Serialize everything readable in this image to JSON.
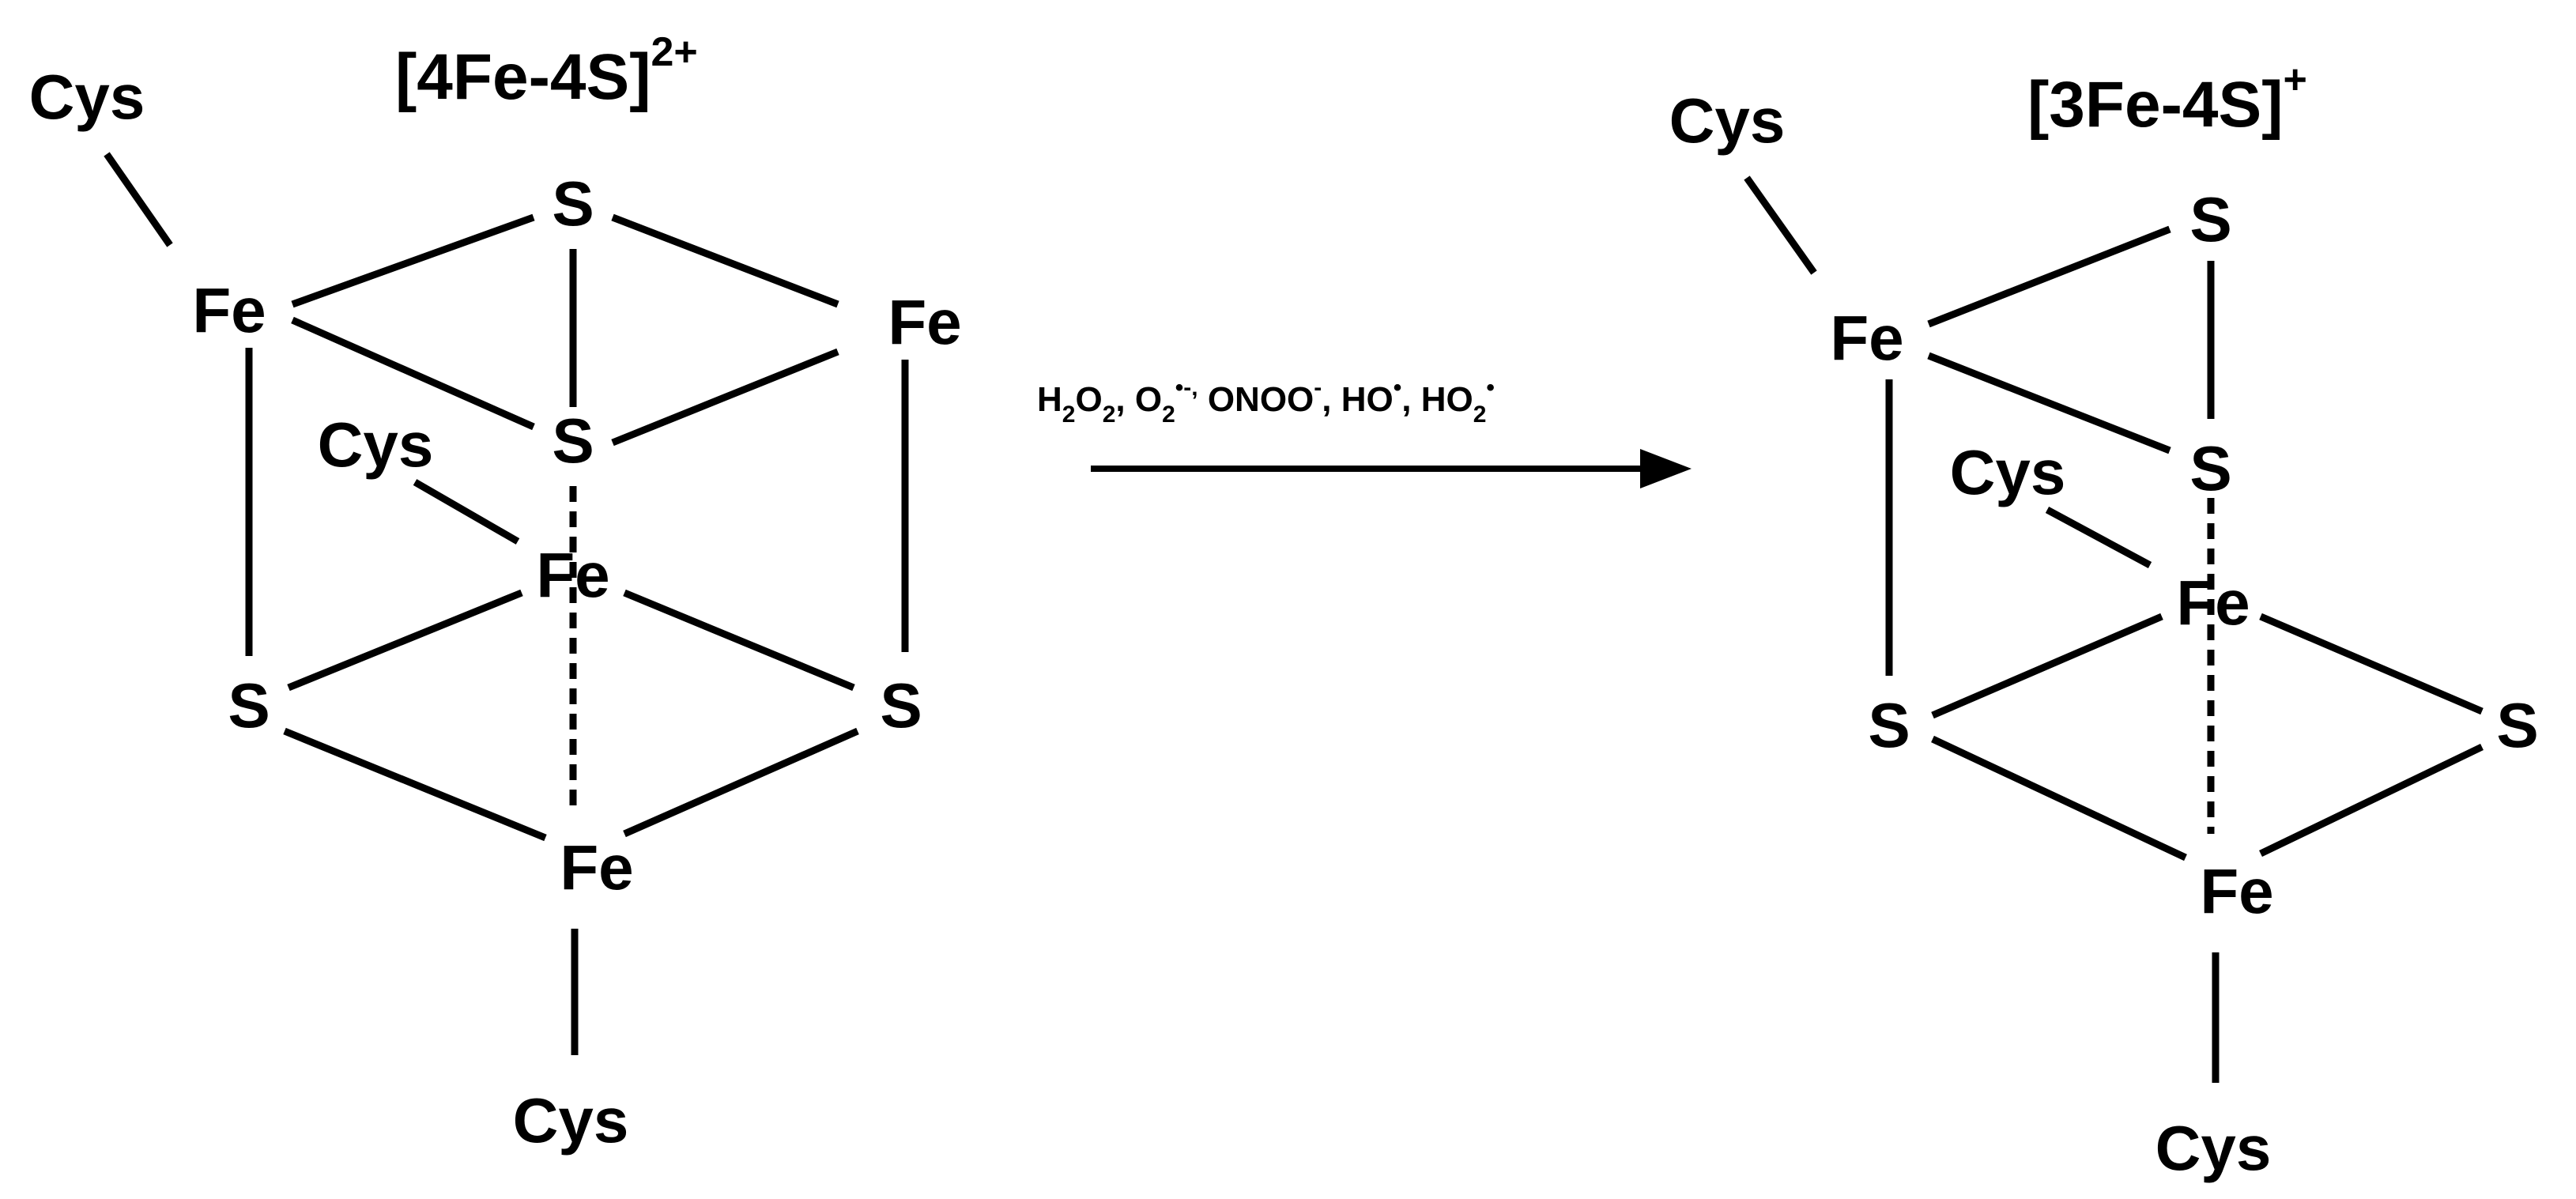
{
  "left": {
    "charge": {
      "main": "[4Fe-4S]",
      "sup": "2+"
    },
    "atoms": {
      "cys_top": "Cys",
      "fe_left": "Fe",
      "s_top": "S",
      "fe_right": "Fe",
      "cys_mid": "Cys",
      "s_center": "S",
      "fe_center": "Fe",
      "s_left": "S",
      "s_right": "S",
      "fe_bottom": "Fe",
      "cys_bottom": "Cys"
    }
  },
  "right": {
    "charge": {
      "main": "[3Fe-4S]",
      "sup": "+"
    },
    "atoms": {
      "cys_top": "Cys",
      "fe_left": "Fe",
      "s_top": "S",
      "cys_mid": "Cys",
      "s_center": "S",
      "fe_center": "Fe",
      "s_left": "S",
      "s_right": "S",
      "fe_bottom": "Fe",
      "cys_bottom": "Cys"
    }
  },
  "reaction": {
    "conditions": [
      {
        "type": "t",
        "text": "H"
      },
      {
        "type": "sub",
        "text": "2"
      },
      {
        "type": "t",
        "text": "O"
      },
      {
        "type": "sub",
        "text": "2"
      },
      {
        "type": "t",
        "text": ", O"
      },
      {
        "type": "sub",
        "text": "2"
      },
      {
        "type": "sup",
        "text": "•-,"
      },
      {
        "type": "t",
        "text": " ONOO"
      },
      {
        "type": "sup",
        "text": "-"
      },
      {
        "type": "t",
        "text": ", HO"
      },
      {
        "type": "sup",
        "text": "•"
      },
      {
        "type": "t",
        "text": ", HO"
      },
      {
        "type": "sub",
        "text": "2"
      },
      {
        "type": "sup",
        "text": "•"
      }
    ]
  }
}
